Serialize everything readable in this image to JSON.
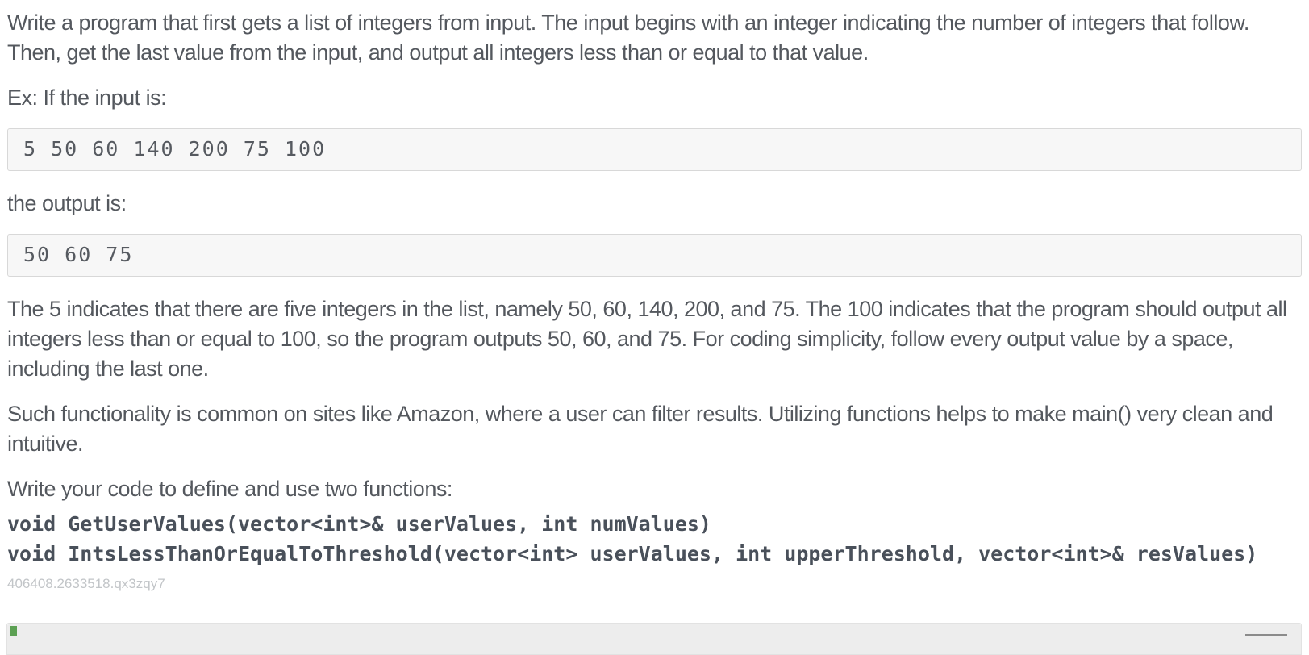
{
  "problem": {
    "intro": "Write a program that first gets a list of integers from input. The input begins with an integer indicating the number of integers that follow. Then, get the last value from the input, and output all integers less than or equal to that value.",
    "example_label": "Ex: If the input is:",
    "example_input": "5 50 60 140 200 75 100",
    "output_label": "the output is:",
    "example_output": "50 60 75",
    "explanation": "The 5 indicates that there are five integers in the list, namely 50, 60, 140, 200, and 75. The 100 indicates that the program should output all integers less than or equal to 100, so the program outputs 50, 60, and 75. For coding simplicity, follow every output value by a space, including the last one.",
    "context": "Such functionality is common on sites like Amazon, where a user can filter results. Utilizing functions helps to make main() very clean and intuitive.",
    "instructions_label": "Write your code to define and use two functions:",
    "function_signatures": [
      "void GetUserValues(vector<int>& userValues, int numValues)",
      "void IntsLessThanOrEqualToThreshold(vector<int> userValues, int upperThreshold, vector<int>& resValues)"
    ],
    "resource_id": "406408.2633518.qx3zqy7"
  },
  "colors": {
    "body_text": "#54585e",
    "io_block_background": "#f7f7f7",
    "io_block_border": "#d8d8d8",
    "editor_bar_background": "#ededed",
    "editor_marker_green": "#5ca053",
    "editor_strip_gray": "#8b8b8b"
  }
}
